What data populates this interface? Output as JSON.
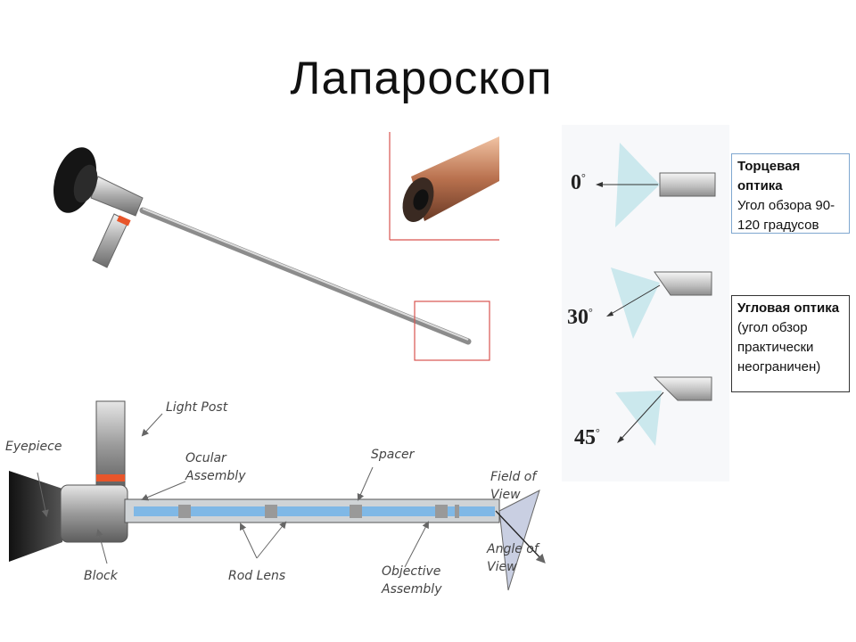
{
  "title": "Лапароскоп",
  "optics": {
    "frontal": {
      "heading": "Торцевая оптика",
      "line1": "Угол обзора 90-",
      "line2": "120 градусов"
    },
    "angled": {
      "heading": "Угловая оптика",
      "line1": "(угол обзор",
      "line2": "практически",
      "line3": "неограничен)"
    }
  },
  "angles": [
    {
      "value": "0",
      "unit": "°"
    },
    {
      "value": "30",
      "unit": "°"
    },
    {
      "value": "45",
      "unit": "°"
    }
  ],
  "diagram_labels": {
    "light_post": "Light Post",
    "eyepiece": "Eyepiece",
    "ocular_assembly_1": "Ocular",
    "ocular_assembly_2": "Assembly",
    "spacer": "Spacer",
    "field_of_view_1": "Field of",
    "field_of_view_2": "View",
    "block": "Block",
    "rod_lens": "Rod Lens",
    "objective_assembly_1": "Objective",
    "objective_assembly_2": "Assembly",
    "angle_of_view_1": "Angle of",
    "angle_of_view_2": "View"
  },
  "colors": {
    "callout_box": "#d9534f",
    "lens_blue": "#7fb8e6",
    "accent_red": "#e8552a"
  }
}
